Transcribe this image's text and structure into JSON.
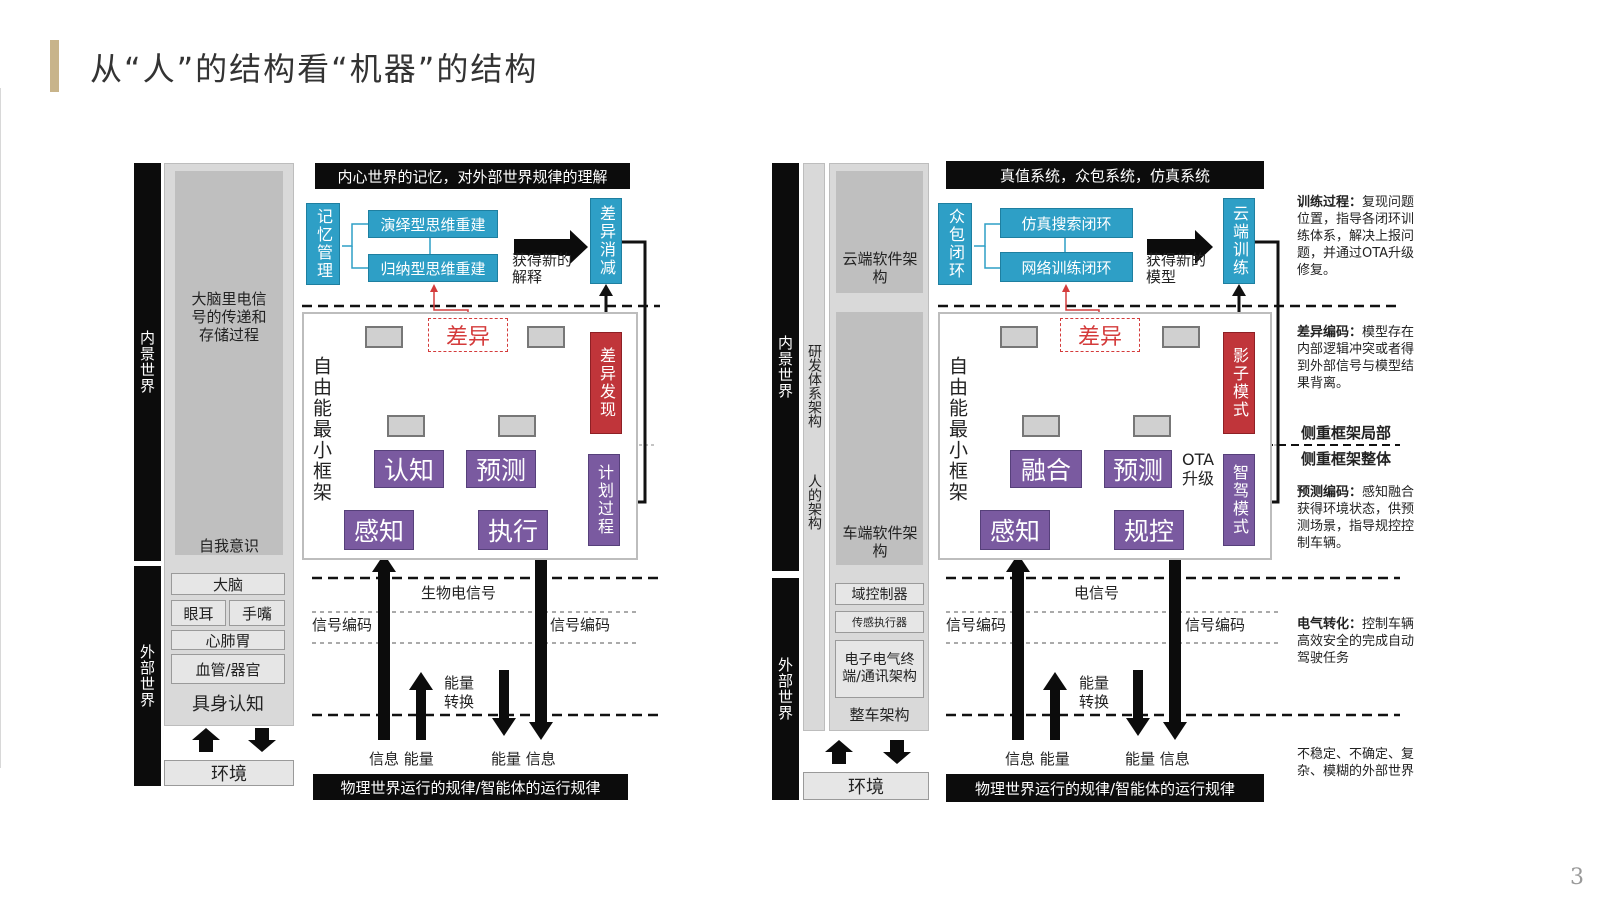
{
  "title": "从“人”的结构看“机器”的结构",
  "page_number": "3",
  "left": {
    "inner_world": "内景世界",
    "outer_world": "外部世界",
    "brain_process": "大脑里电信号的传递和存储过程",
    "self_awareness": "自我意识",
    "body_items": [
      "大脑",
      "眼耳",
      "手嘴",
      "心肺胃",
      "血管/器官"
    ],
    "embodied": "具身认知",
    "environment": "环境",
    "top_banner": "内心世界的记忆，对外部世界规律的理解",
    "bottom_banner": "物理世界运行的规律/智能体的运行规律",
    "memory": "记忆管理",
    "deductive": "演绎型思维重建",
    "inductive": "归纳型思维重建",
    "new_explain": "获得新的解释",
    "diff_reduce": "差异消减",
    "difference": "差异",
    "diff_discover": "差异发现",
    "min_frame": "自由能最小框架",
    "cognition": "认知",
    "predict": "预测",
    "perception": "感知",
    "execute": "执行",
    "plan": "计划过程",
    "bio_signal": "生物电信号",
    "encode_left": "信号编码",
    "encode_right": "信号编码",
    "energy_convert": "能量转换",
    "info_energy": "信息 能量",
    "energy_info": "能量 信息"
  },
  "right": {
    "inner_world": "内景世界",
    "outer_world": "外部世界",
    "rd_arch": "研发体系架构",
    "human_arch": "人的架构",
    "cloud_sw": "云端软件架构",
    "vehicle_sw": "车端软件架构",
    "domain_ctrl": "域控制器",
    "sensor_actuator": "传感执行器",
    "ee_arch": "电子电气终端/通讯架构",
    "vehicle_arch": "整车架构",
    "environment": "环境",
    "top_banner": "真值系统，众包系统，仿真系统",
    "bottom_banner": "物理世界运行的规律/智能体的运行规律",
    "crowd_loop": "众包闭环",
    "sim_loop": "仿真搜索闭环",
    "net_loop": "网络训练闭环",
    "new_model": "获得新的模型",
    "cloud_train": "云端训练",
    "difference": "差异",
    "shadow": "影子模式",
    "min_frame": "自由能最小框架",
    "fusion": "融合",
    "predict": "预测",
    "perception": "感知",
    "control": "规控",
    "ota": "OTA升级",
    "driving_mode": "智驾模式",
    "elec_signal": "电信号",
    "encode_left": "信号编码",
    "encode_right": "信号编码",
    "energy_convert": "能量转换",
    "info_energy": "信息 能量",
    "energy_info": "能量 信息"
  },
  "notes": {
    "train_title": "训练过程：",
    "train_text": "复现问题位置，指导各闭环训练体系，解决上报问题，并通过OTA升级修复。",
    "diff_title": "差异编码：",
    "diff_text": "模型存在内部逻辑冲突或者得到外部信号与模型结果背离。",
    "side_local": "侧重框架局部",
    "side_whole": "侧重框架整体",
    "pred_title": "预测编码：",
    "pred_text": "感知融合获得环境状态，供预测场景，指导规控控制车辆。",
    "elec_title": "电气转化：",
    "elec_text": "控制车辆高效安全的完成自动驾驶任务",
    "unstable": "不稳定、不确定、复杂、模糊的外部世界"
  }
}
